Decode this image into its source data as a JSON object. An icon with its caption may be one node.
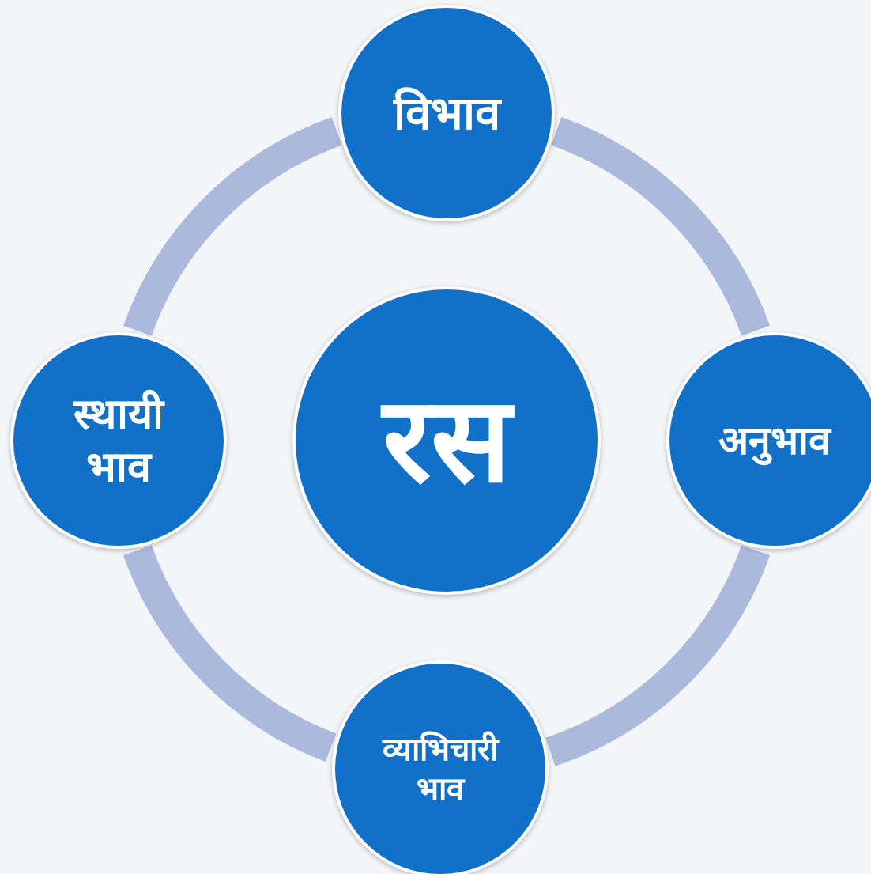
{
  "diagram": {
    "nodes": [
      {
        "text": [
          "रस"
        ]
      },
      {
        "text": [
          "विभाव"
        ]
      },
      {
        "text": [
          "अनुभाव"
        ]
      },
      {
        "text": [
          "व्याभिचारी भाव"
        ]
      },
      {
        "text": [
          "स्थायी भाव"
        ]
      }
    ],
    "edges": [
      {
        "from": 1,
        "to": 2,
        "arrow": "none"
      },
      {
        "from": 2,
        "to": 3,
        "arrow": "none"
      },
      {
        "from": 3,
        "to": 4,
        "arrow": "none"
      },
      {
        "from": 4,
        "to": 1,
        "arrow": "none"
      }
    ]
  }
}
